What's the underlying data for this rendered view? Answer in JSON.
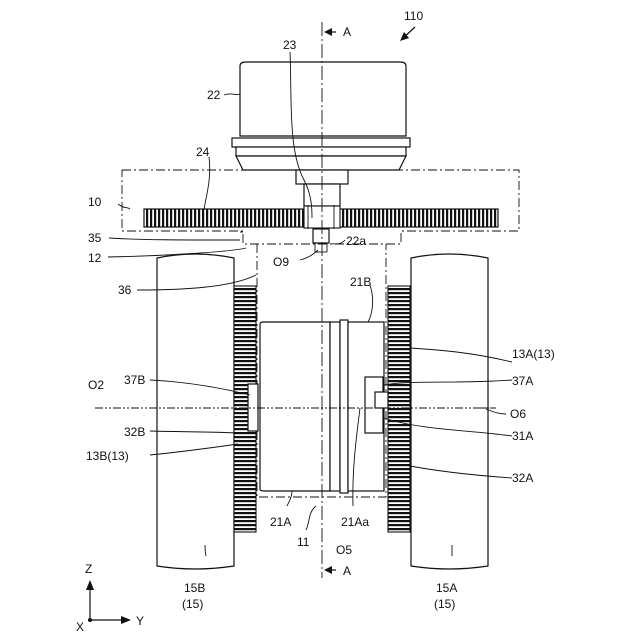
{
  "labels": {
    "fig_ref": "110",
    "section_top": "A",
    "section_bottom": "A",
    "motor": "22",
    "shaft": "23",
    "gear_wheel": "24",
    "base": "10",
    "fixed_portion": "12",
    "shaft_tip": "22a",
    "axis_o9": "O9",
    "line_35": "35",
    "line_36": "36",
    "part_21B": "21B",
    "part_13A": "13A(13)",
    "part_37A": "37A",
    "part_31A": "31A",
    "part_32A": "32A",
    "axis_o2": "O2",
    "axis_o6": "O6",
    "part_37B": "37B",
    "part_32B": "32B",
    "part_13B": "13B(13)",
    "part_21A": "21A",
    "part_21Aa": "21Aa",
    "part_11": "11",
    "axis_o5": "O5",
    "tire_15B": "15B",
    "tire_15B_group": "(15)",
    "tire_15A": "15A",
    "tire_15A_group": "(15)",
    "coord_z": "Z",
    "coord_y": "Y",
    "coord_x": "X"
  }
}
